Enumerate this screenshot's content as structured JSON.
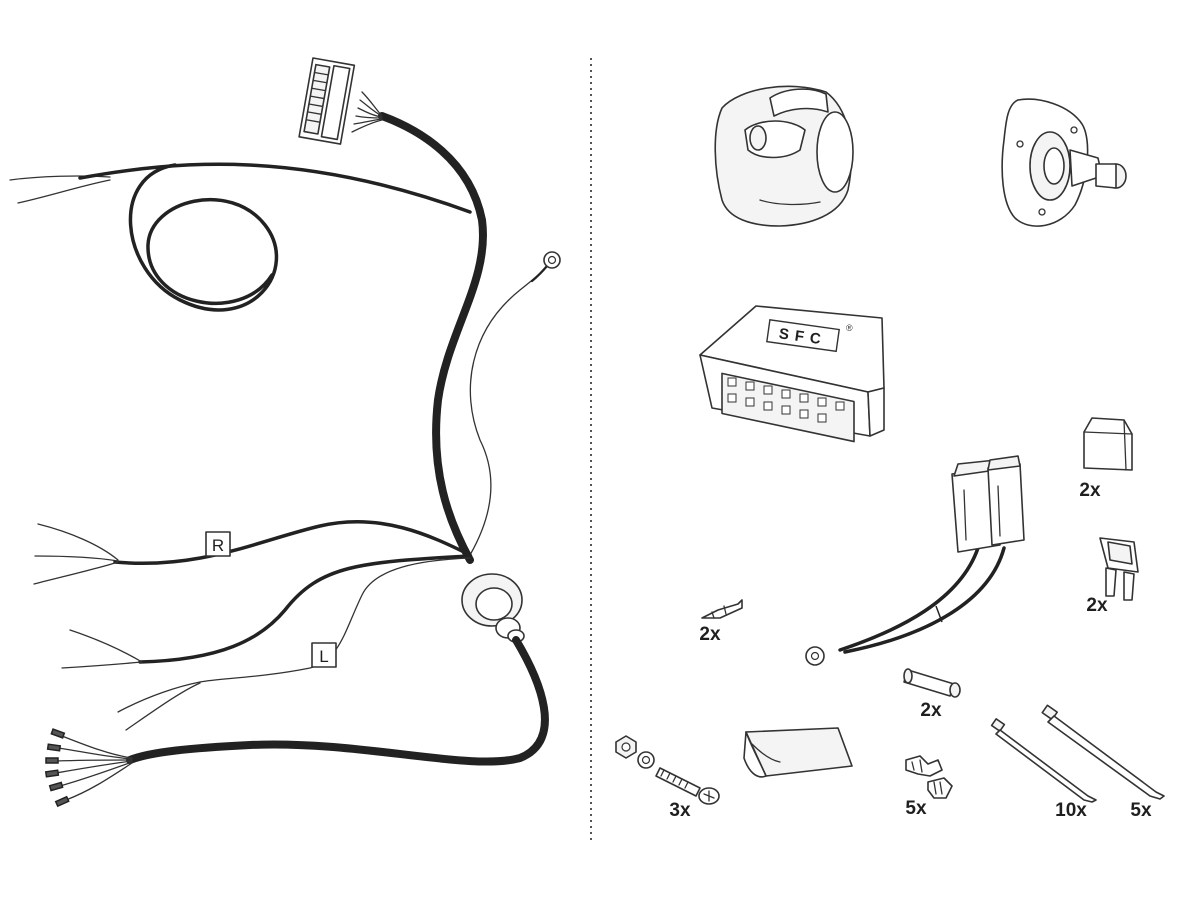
{
  "diagram": {
    "title": "Towbar wiring kit contents",
    "divider_color": "#555555",
    "line_color": "#222222"
  },
  "harness": {
    "marker_right": "R",
    "marker_left": "L"
  },
  "parts": {
    "socket_13pin": {
      "icon": "socket-13pin-icon"
    },
    "mount_grommet": {
      "icon": "mount-grommet-icon"
    },
    "module": {
      "icon": "control-module-icon",
      "brand": "SFC",
      "brand_mark": "®"
    },
    "relay_cap": {
      "icon": "cap-icon",
      "quantity": "2x"
    },
    "blade_fuse": {
      "icon": "blade-fuse-icon",
      "quantity": "2x"
    },
    "terminal": {
      "icon": "terminal-icon",
      "quantity": "2x"
    },
    "glass_fuse": {
      "icon": "glass-fuse-icon",
      "quantity": "2x"
    },
    "screw_set": {
      "icon": "screw-nut-icon",
      "quantity": "3x"
    },
    "foam_pad": {
      "icon": "adhesive-pad-icon"
    },
    "clip": {
      "icon": "clip-icon",
      "quantity": "5x"
    },
    "cable_tie_small": {
      "icon": "cable-tie-icon",
      "quantity": "10x"
    },
    "cable_tie_large": {
      "icon": "cable-tie-icon",
      "quantity": "5x"
    }
  }
}
